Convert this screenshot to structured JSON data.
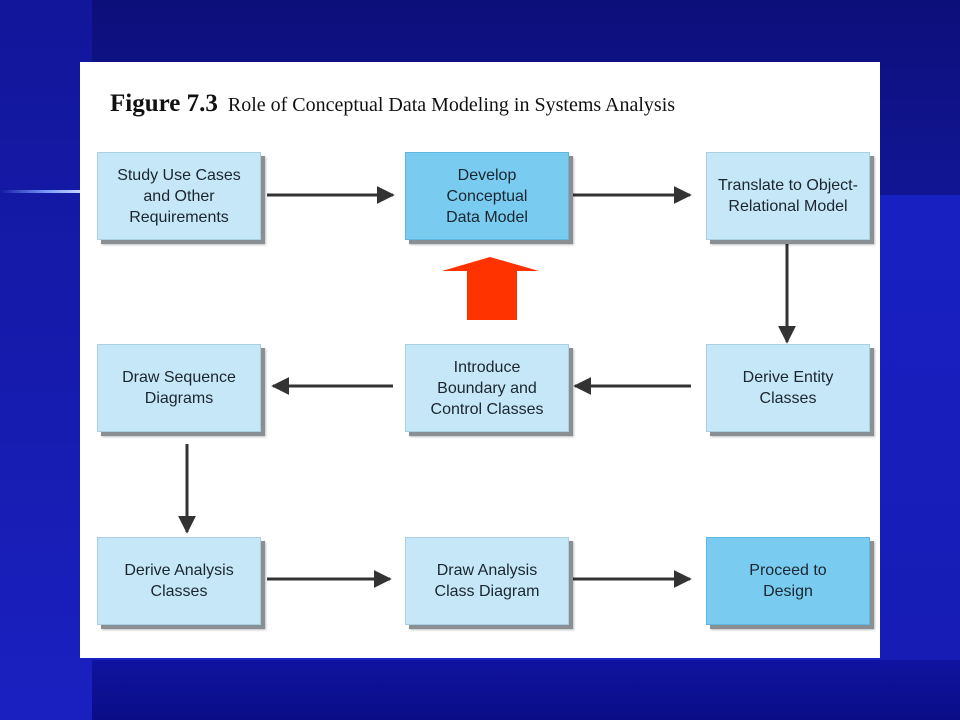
{
  "figure": {
    "label": "Figure 7.3",
    "caption": "Role of Conceptual Data Modeling in Systems Analysis"
  },
  "colors": {
    "background": "#151aa6",
    "box_light": "#c6e7f7",
    "box_highlight": "#79cbf0",
    "arrow": "#333333",
    "pointer_arrow": "#ff3300"
  },
  "steps": [
    {
      "text": "Study Use Cases\nand Other\nRequirements",
      "highlighted": false
    },
    {
      "text": "Develop\nConceptual\nData Model",
      "highlighted": true
    },
    {
      "text": "Translate to Object-\nRelational Model",
      "highlighted": false
    },
    {
      "text": "Derive Entity\nClasses",
      "highlighted": false
    },
    {
      "text": "Introduce\nBoundary and\nControl Classes",
      "highlighted": false
    },
    {
      "text": "Draw Sequence\nDiagrams",
      "highlighted": false
    },
    {
      "text": "Derive Analysis\nClasses",
      "highlighted": false
    },
    {
      "text": "Draw Analysis\nClass Diagram",
      "highlighted": false
    },
    {
      "text": "Proceed to\nDesign",
      "highlighted": true
    }
  ]
}
